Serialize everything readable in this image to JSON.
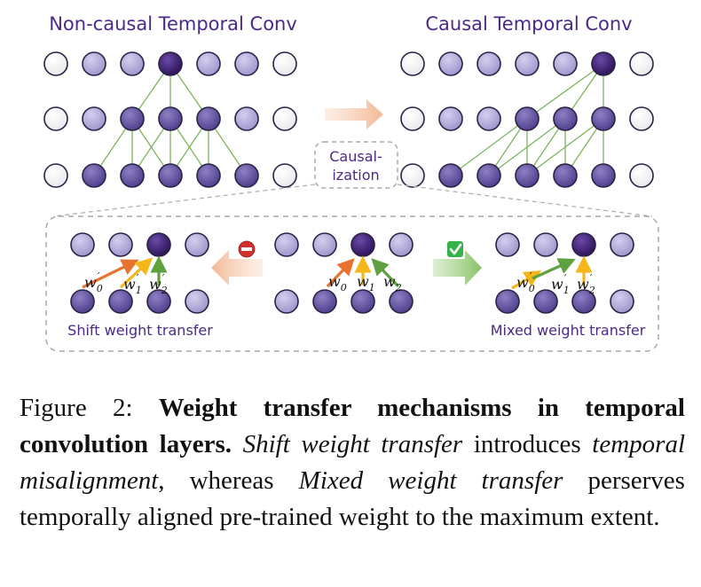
{
  "diagram": {
    "noncausal_title": "Non-causal Temporal Conv",
    "causal_title": "Causal Temporal Conv",
    "causalization_line1": "Causal-",
    "causalization_line2": "ization",
    "shift_label": "Shift weight transfer",
    "mixed_label": "Mixed weight transfer",
    "weight_symbol": "w",
    "sub0": "0",
    "sub1": "1",
    "sub2": "2",
    "prime": "′",
    "colors": {
      "title": "#4a2a86",
      "node_dark": "#3b1a6b",
      "node_mid": "#6a5aa6",
      "node_light": "#b4aed8",
      "node_white": "#ffffff",
      "edge_green": "#6aa84f",
      "arrow_orange": "#e8732f",
      "arrow_yellow": "#f5b61a",
      "arrow_green": "#5fa140",
      "arrow_peach": "#f6cbb0",
      "arrow_lightgreen": "#9ccc7f",
      "dash_border": "#a8a8a8",
      "no_sign": "#d0312d",
      "check": "#36b24a"
    },
    "icons": [
      "no-entry-icon",
      "check-mark-icon"
    ]
  },
  "caption": {
    "prefix": "Figure 2: ",
    "bold": "Weight transfer mechanisms in temporal convolution layers.",
    "italic1": "Shift weight transfer",
    "text1": " introduces ",
    "italic2": "temporal misalignment",
    "text2": ", whereas ",
    "italic3": "Mixed weight transfer",
    "text3": " perserves temporally aligned pre-trained weight to the maximum extent."
  }
}
